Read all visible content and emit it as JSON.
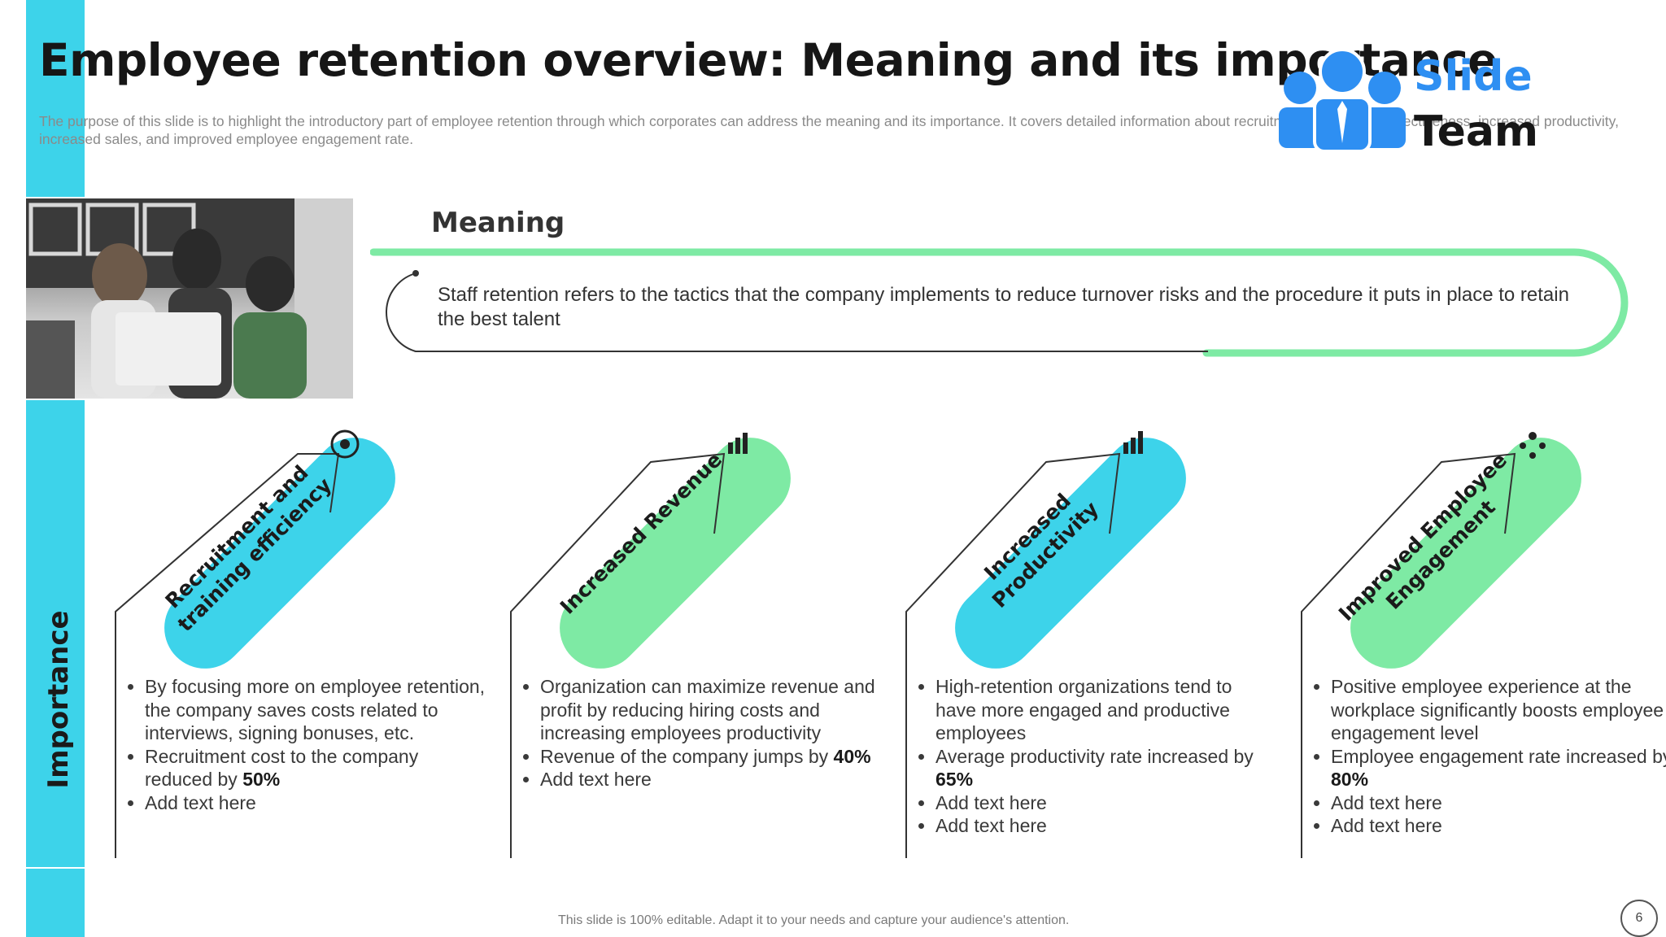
{
  "slide": {
    "title": "Employee retention overview: Meaning and its importance",
    "subtitle": "The purpose of this slide is to highlight the introductory part of employee retention through which corporates can address the meaning and its importance. It covers detailed information about recruitment and training effectiveness, increased productivity, increased sales, and improved employee engagement rate.",
    "page_number": "6",
    "footer_note": "This slide is 100% editable. Adapt it to your needs and capture your audience's attention."
  },
  "logo": {
    "word1": "Slide",
    "word2": "Team",
    "color": "#2e8ff2"
  },
  "meaning": {
    "heading": "Meaning",
    "text": "Staff retention refers to the tactics that the company implements to reduce turnover  risks and the procedure it puts in place to retain the best talent"
  },
  "importance": {
    "label": "Importance",
    "cards": [
      {
        "label": "Recruitment and training efficiency",
        "icon": "recruitment-icon",
        "color": "#3dd3ea",
        "bullets": [
          {
            "text": "By focusing more on employee retention, the company saves costs related to interviews, signing bonuses, etc."
          },
          {
            "text": "Recruitment cost to the company reduced by ",
            "bold": "50%"
          },
          {
            "text": "Add text here"
          }
        ]
      },
      {
        "label": "Increased Revenue",
        "icon": "revenue-chart-icon",
        "color": "#7eeaa4",
        "bullets": [
          {
            "text": "Organization can maximize revenue and profit by reducing hiring costs and increasing employees productivity"
          },
          {
            "text": "Revenue of the company jumps by ",
            "bold": "40%"
          },
          {
            "text": "Add text here"
          }
        ]
      },
      {
        "label": "Increased Productivity",
        "icon": "productivity-chart-icon",
        "color": "#3dd3ea",
        "bullets": [
          {
            "text": "High-retention organizations tend to have more engaged and productive employees"
          },
          {
            "text": "Average productivity rate increased by ",
            "bold": "65%"
          },
          {
            "text": "Add text here"
          },
          {
            "text": "Add text here"
          }
        ]
      },
      {
        "label": "Improved Employee Engagement",
        "icon": "team-network-icon",
        "color": "#7eeaa4",
        "bullets": [
          {
            "text": "Positive employee experience at the workplace significantly boosts employee engagement level"
          },
          {
            "text": "Employee engagement rate increased by ",
            "bold": "80%"
          },
          {
            "text": "Add text here"
          },
          {
            "text": "Add text here"
          }
        ]
      }
    ]
  },
  "colors": {
    "cyan": "#3dd3ea",
    "mint": "#7eeaa4",
    "dark": "#161616"
  }
}
